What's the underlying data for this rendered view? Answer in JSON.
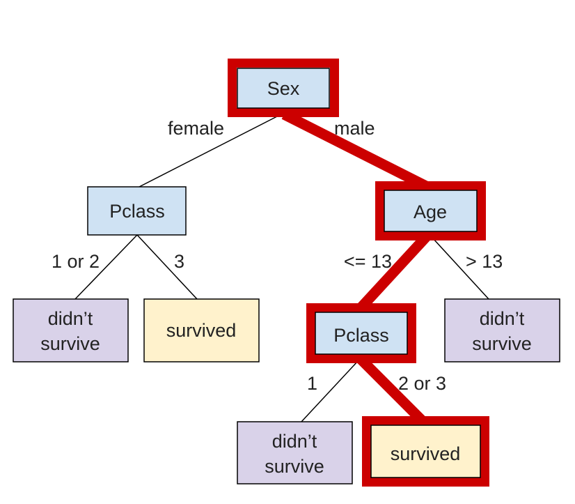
{
  "colors": {
    "decision_fill": "#cfe2f3",
    "leaf_died_fill": "#d9d2e9",
    "leaf_survived_fill": "#fff2cc",
    "highlight": "#cc0000",
    "line": "#000000"
  },
  "nodes": {
    "sex": {
      "lines": [
        "Sex"
      ]
    },
    "pclass_left": {
      "lines": [
        "Pclass"
      ]
    },
    "age": {
      "lines": [
        "Age"
      ]
    },
    "died_left": {
      "lines": [
        "didn’t",
        "survive"
      ]
    },
    "survived_left": {
      "lines": [
        "survived"
      ]
    },
    "pclass_right": {
      "lines": [
        "Pclass"
      ]
    },
    "died_right": {
      "lines": [
        "didn’t",
        "survive"
      ]
    },
    "died_bottom": {
      "lines": [
        "didn’t",
        "survive"
      ]
    },
    "survived_bottom": {
      "lines": [
        "survived"
      ]
    }
  },
  "edge_labels": {
    "female": "female",
    "male": "male",
    "one_or_two": "1 or 2",
    "three": "3",
    "le13": "<= 13",
    "gt13": "> 13",
    "one": "1",
    "two_or_three": "2 or 3"
  }
}
